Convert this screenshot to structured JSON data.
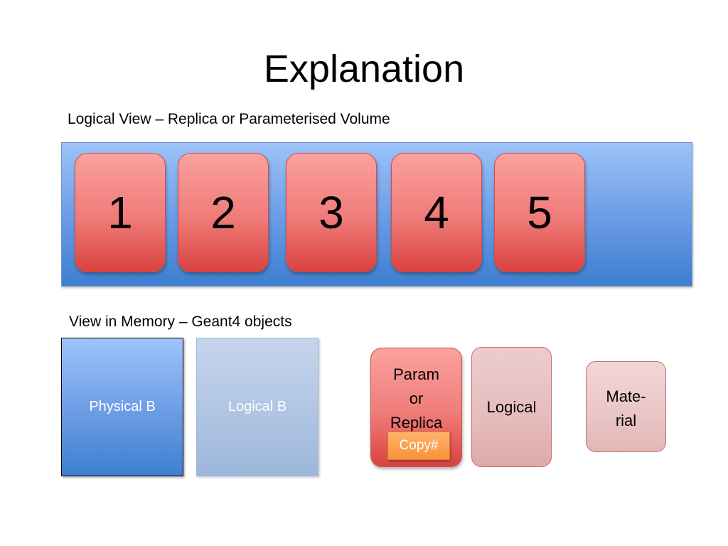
{
  "title": "Explanation",
  "logical_view": {
    "label": "Logical View – Replica or Parameterised Volume",
    "copies": [
      "1",
      "2",
      "3",
      "4",
      "5"
    ]
  },
  "memory_view": {
    "label": "View in Memory – Geant4 objects",
    "physical_b": "Physical B",
    "logical_b": "Logical B",
    "param": {
      "lines": [
        "Param",
        "or",
        "Replica"
      ],
      "copy_label": "Copy#"
    },
    "logical": "Logical",
    "material": {
      "lines": [
        "Mate-",
        "rial"
      ]
    }
  },
  "colors": {
    "mother_blue": "#6d9ee6",
    "copy_red": "#ef7b78",
    "copy_orange": "#f7923a",
    "logical_pink": "#e6bcbc"
  }
}
